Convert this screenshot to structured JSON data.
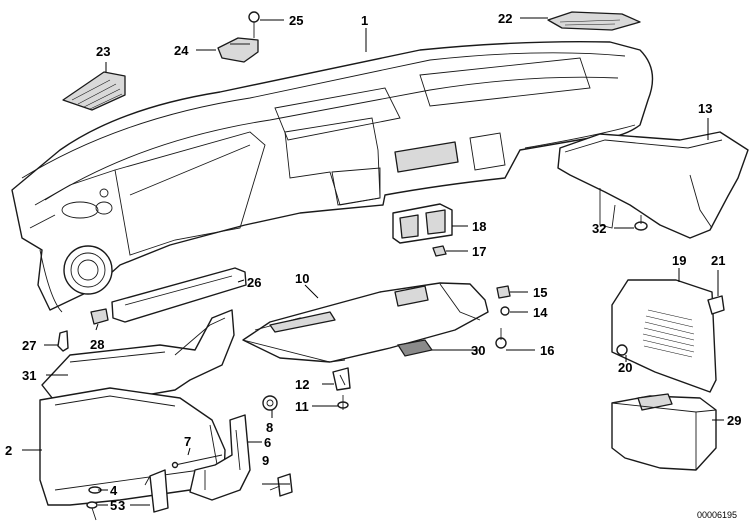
{
  "diagram": {
    "document_number": "00006195",
    "callouts": {
      "c1": "1",
      "c2": "2",
      "c3": "3",
      "c4": "4",
      "c5": "5",
      "c6": "6",
      "c7": "7",
      "c8": "8",
      "c9": "9",
      "c10": "10",
      "c11": "11",
      "c12": "12",
      "c13": "13",
      "c14": "14",
      "c15": "15",
      "c16": "16",
      "c17": "17",
      "c18": "18",
      "c19": "19",
      "c20": "20",
      "c21": "21",
      "c22": "22",
      "c23": "23",
      "c24": "24",
      "c25": "25",
      "c26": "26",
      "c27": "27",
      "c28": "28",
      "c29": "29",
      "c30": "30",
      "c31": "31",
      "c32": "32"
    }
  }
}
